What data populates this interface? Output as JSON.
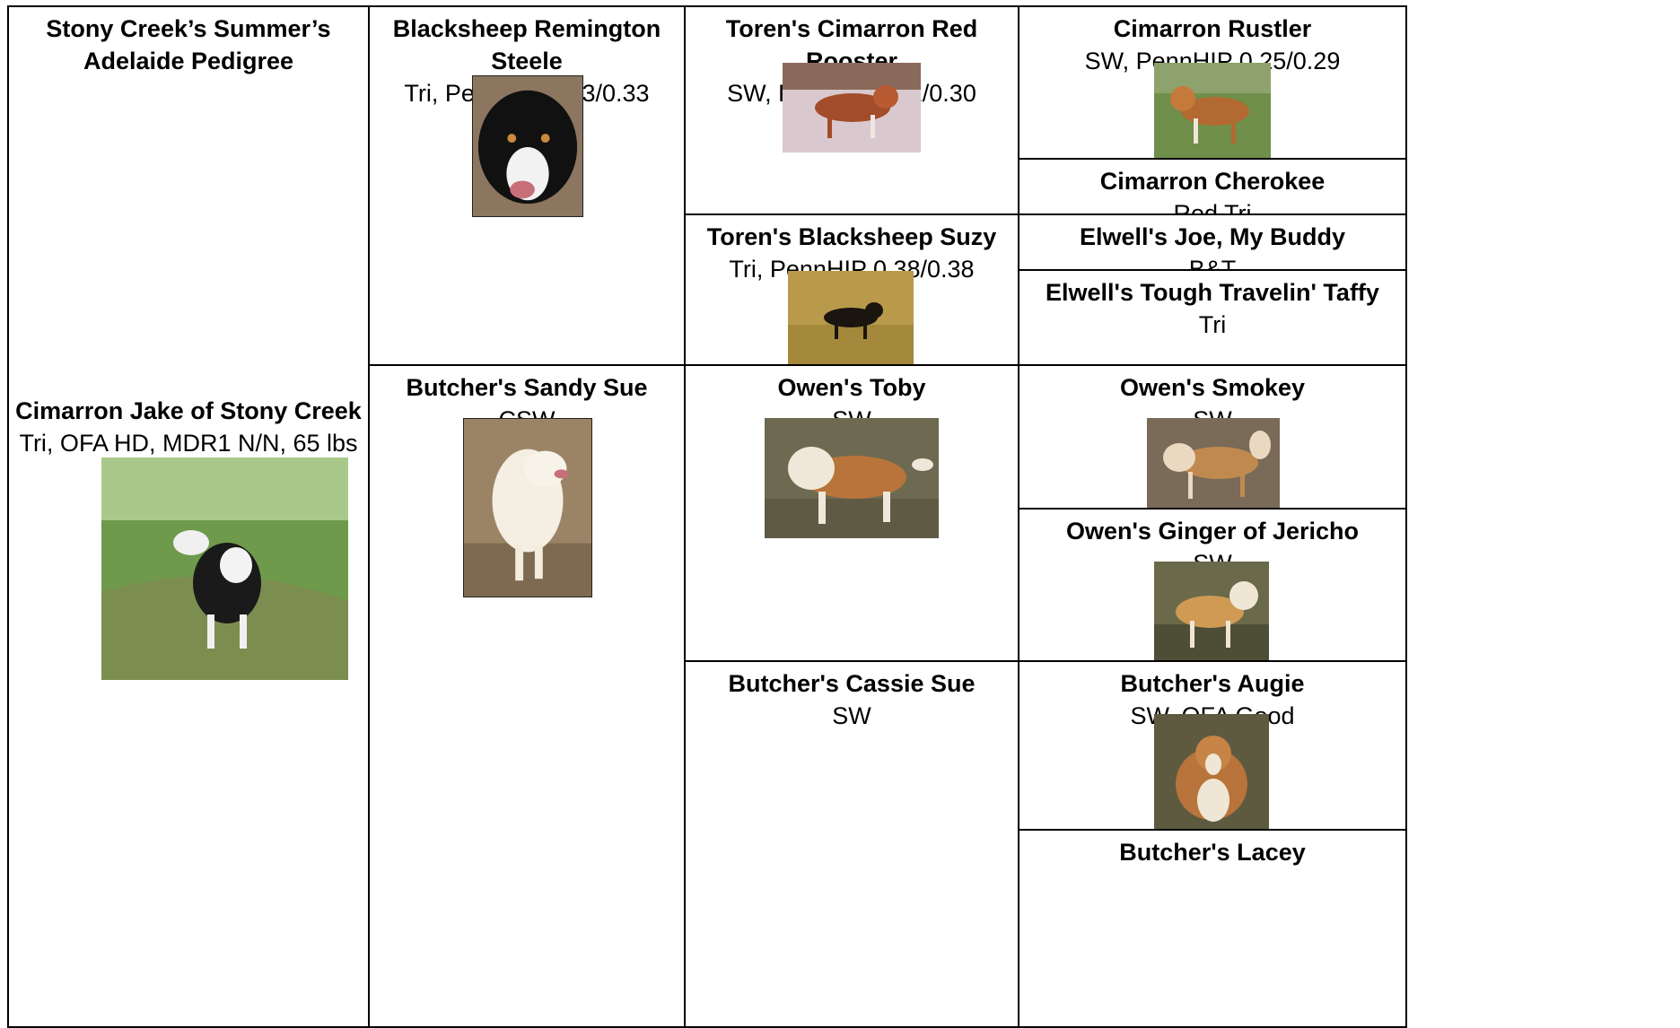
{
  "title": "Stony Creek’s Summer’s Adelaide Pedigree",
  "sire": {
    "name": "Cimarron Jake of Stony Creek",
    "desc": "Tri, OFA HD, MDR1 N/N, 65 lbs"
  },
  "gen1": {
    "top": {
      "name": "Blacksheep Remington Steele",
      "desc": "Tri, PennHIP 0.33/0.33"
    },
    "bottom": {
      "name": "Butcher's Sandy Sue",
      "desc": "CSW"
    }
  },
  "gen2": [
    {
      "name": "Toren's Cimarron Red Rooster",
      "desc": "SW, PennHIP0.32/0.30"
    },
    {
      "name": "Toren's Blacksheep Suzy",
      "desc": "Tri, PennHIP 0.38/0.38"
    },
    {
      "name": "Owen's Toby",
      "desc": "SW"
    },
    {
      "name": "Butcher's Cassie Sue",
      "desc": "SW"
    }
  ],
  "gen3": [
    {
      "name": "Cimarron Rustler",
      "desc": "SW, PennHIP 0.25/0.29"
    },
    {
      "name": "Cimarron Cherokee",
      "desc": "Red Tri"
    },
    {
      "name": "Elwell's Joe, My Buddy",
      "desc": "B&T"
    },
    {
      "name": "Elwell's Tough Travelin' Taffy",
      "desc": "Tri"
    },
    {
      "name": "Owen's Smokey",
      "desc": "SW"
    },
    {
      "name": "Owen's Ginger of Jericho",
      "desc": "SW"
    },
    {
      "name": "Butcher's Augie",
      "desc": "SW, OFA Good"
    },
    {
      "name": "Butcher's Lacey",
      "desc": ""
    }
  ],
  "colors": {
    "border": "#000000",
    "background": "#ffffff"
  }
}
